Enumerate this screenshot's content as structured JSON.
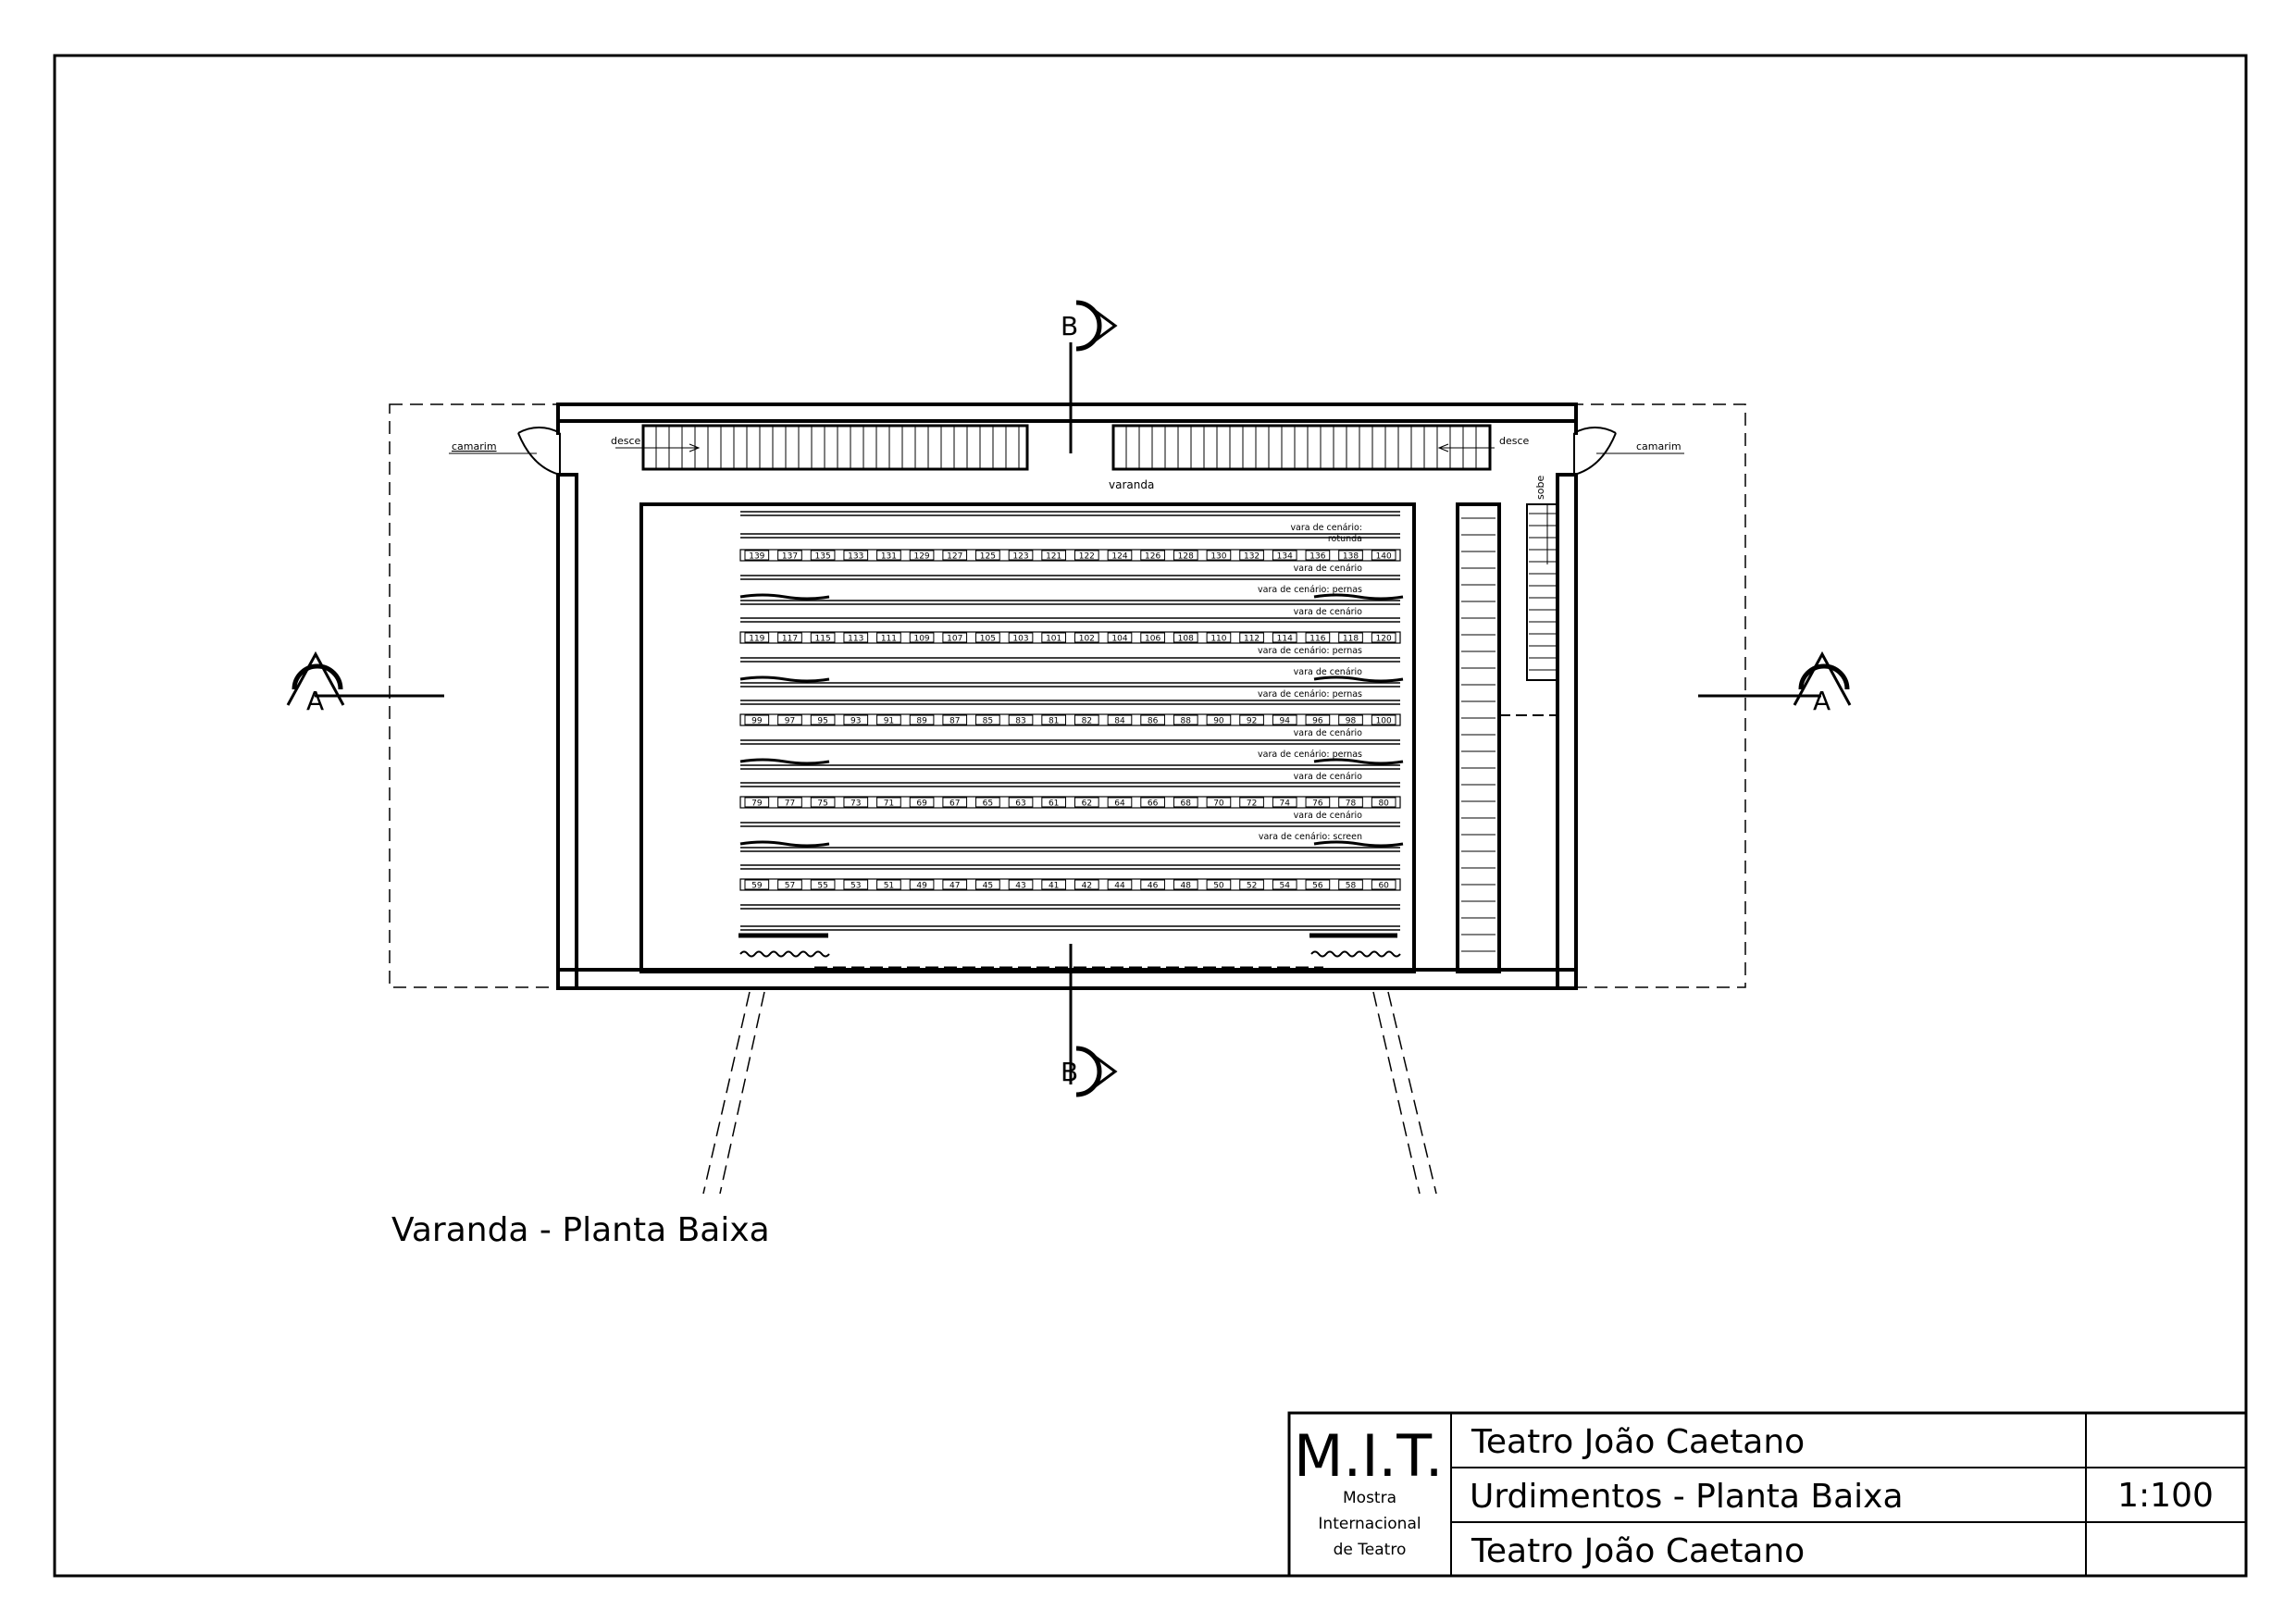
{
  "plan": {
    "varanda_label": "varanda",
    "camarim_left": "camarim",
    "camarim_right": "camarim",
    "desce_left": "desce",
    "desce_right": "desce",
    "sobe": "sobe",
    "section_a_left": "A",
    "section_a_right": "A",
    "section_b_top": "B",
    "section_b_bottom": "B",
    "drawing_title": "Varanda - Planta Baixa"
  },
  "fly_rows": [
    [
      "139",
      "137",
      "135",
      "133",
      "131",
      "129",
      "127",
      "125",
      "123",
      "121",
      "122",
      "124",
      "126",
      "128",
      "130",
      "132",
      "134",
      "136",
      "138",
      "140"
    ],
    [
      "119",
      "117",
      "115",
      "113",
      "111",
      "109",
      "107",
      "105",
      "103",
      "101",
      "102",
      "104",
      "106",
      "108",
      "110",
      "112",
      "114",
      "116",
      "118",
      "120"
    ],
    [
      "99",
      "97",
      "95",
      "93",
      "91",
      "89",
      "87",
      "85",
      "83",
      "81",
      "82",
      "84",
      "86",
      "88",
      "90",
      "92",
      "94",
      "96",
      "98",
      "100"
    ],
    [
      "79",
      "77",
      "75",
      "73",
      "71",
      "69",
      "67",
      "65",
      "63",
      "61",
      "62",
      "64",
      "66",
      "68",
      "70",
      "72",
      "74",
      "76",
      "78",
      "80"
    ],
    [
      "59",
      "57",
      "55",
      "53",
      "51",
      "49",
      "47",
      "45",
      "43",
      "41",
      "42",
      "44",
      "46",
      "48",
      "50",
      "52",
      "54",
      "56",
      "58",
      "60"
    ]
  ],
  "bar_labels": [
    "vara de cenário:",
    "rotunda",
    "vara de cenário",
    "vara de cenário: pernas",
    "vara de cenário",
    "vara de cenário: pernas",
    "vara de cenário",
    "vara de cenário: pernas",
    "vara de cenário",
    "vara de cenário: pernas",
    "vara de cenário",
    "vara de cenário",
    "vara de cenário: screen"
  ],
  "title_block": {
    "logo": "M.I.T.",
    "logo_sub_1": "Mostra",
    "logo_sub_2": "Internacional",
    "logo_sub_3": "de Teatro",
    "line_1": "Teatro João Caetano",
    "line_2": "Urdimentos - Planta Baixa",
    "line_3": "Teatro João Caetano",
    "scale": "1:100"
  }
}
